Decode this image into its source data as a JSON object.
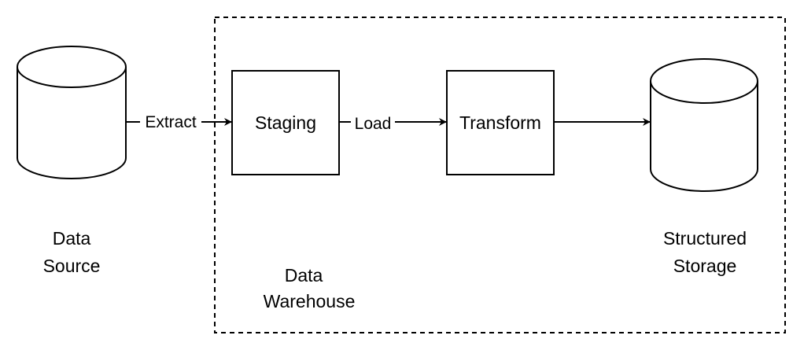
{
  "diagram": {
    "nodes": {
      "data_source": {
        "caption": [
          "Data",
          "Source"
        ]
      },
      "staging": {
        "label": "Staging"
      },
      "transform": {
        "label": "Transform"
      },
      "structured_storage": {
        "caption": [
          "Structured",
          "Storage"
        ]
      },
      "data_warehouse": {
        "caption": [
          "Data",
          "Warehouse"
        ]
      }
    },
    "edges": {
      "extract": "Extract",
      "load": "Load"
    }
  }
}
